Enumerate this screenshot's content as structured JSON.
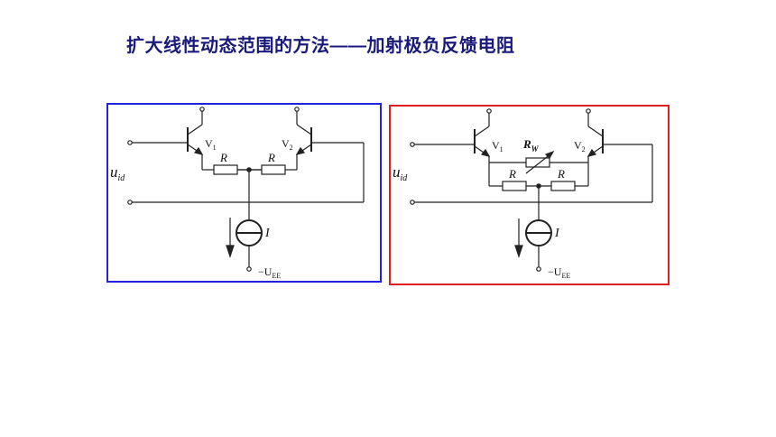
{
  "slide": {
    "title": "扩大线性动态范围的方法——加射极负反馈电阻"
  },
  "circuits": {
    "left": {
      "input_label": "u",
      "input_sub": "id",
      "transistor1": "V",
      "transistor1_sub": "1",
      "transistor2": "V",
      "transistor2_sub": "2",
      "resistor1": "R",
      "resistor2": "R",
      "source": "I",
      "supply": "−U",
      "supply_sub": "EE"
    },
    "right": {
      "input_label": "u",
      "input_sub": "id",
      "transistor1": "V",
      "transistor1_sub": "1",
      "transistor2": "V",
      "transistor2_sub": "2",
      "pot": "R",
      "pot_sub": "W",
      "resistor1": "R",
      "resistor2": "R",
      "source": "I",
      "supply": "−U",
      "supply_sub": "EE"
    }
  },
  "colors": {
    "title": "#1a1a7a",
    "left_frame": "#2222dd",
    "right_frame": "#e02020",
    "wire": "#222222"
  }
}
